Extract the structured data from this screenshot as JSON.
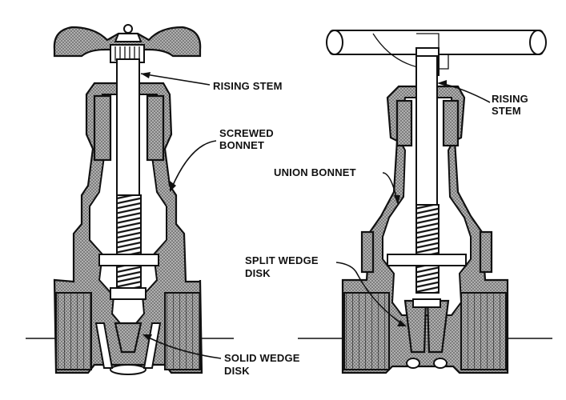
{
  "labels": {
    "left_valve": {
      "rising_stem": "RISING STEM",
      "screwed_bonnet_line1": "SCREWED",
      "screwed_bonnet_line2": "BONNET",
      "solid_wedge_line1": "SOLID WEDGE",
      "solid_wedge_line2": "DISK"
    },
    "right_valve": {
      "rising_stem_line1": "RISING",
      "rising_stem_line2": "STEM",
      "union_bonnet": "UNION BONNET",
      "split_wedge_line1": "SPLIT WEDGE",
      "split_wedge_line2": "DISK"
    }
  },
  "colors": {
    "ink": "#111111",
    "fill_stipple": "#9a9a9a",
    "background": "#ffffff"
  }
}
